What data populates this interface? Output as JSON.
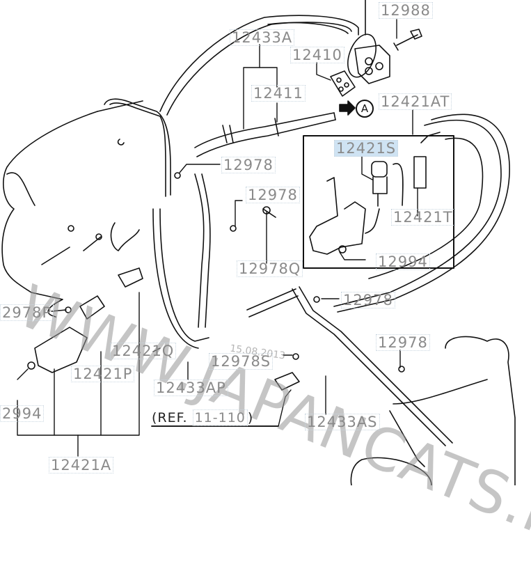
{
  "diagram": {
    "title": "Vacuum hose & solenoid valve parts diagram",
    "callout_marker": "A",
    "reference": {
      "prefix": "(REF.",
      "number": "11-110",
      "suffix": ")"
    },
    "watermark": "WWW.JAPANCATS.RU",
    "stamp": "15.08.2013",
    "highlighted_part": "12421S",
    "part_labels": [
      {
        "id": "12988",
        "text": "12988"
      },
      {
        "id": "12433A",
        "text": "12433A"
      },
      {
        "id": "12410",
        "text": "12410"
      },
      {
        "id": "12411",
        "text": "12411"
      },
      {
        "id": "12421AT",
        "text": "12421AT"
      },
      {
        "id": "12421S",
        "text": "12421S"
      },
      {
        "id": "12978-a",
        "text": "12978"
      },
      {
        "id": "12978-b",
        "text": "12978"
      },
      {
        "id": "12421T",
        "text": "12421T"
      },
      {
        "id": "12978Q",
        "text": "12978Q"
      },
      {
        "id": "12994-box",
        "text": "12994"
      },
      {
        "id": "12978-c",
        "text": "12978"
      },
      {
        "id": "12978P",
        "text": "2978P"
      },
      {
        "id": "12978-d",
        "text": "12978"
      },
      {
        "id": "12421Q",
        "text": "12421Q"
      },
      {
        "id": "12978S",
        "text": "12978S"
      },
      {
        "id": "12421P",
        "text": "12421P"
      },
      {
        "id": "12433AP",
        "text": "12433AP"
      },
      {
        "id": "12994-left",
        "text": "2994"
      },
      {
        "id": "12433AS",
        "text": "12433AS"
      },
      {
        "id": "12421A",
        "text": "12421A"
      }
    ]
  }
}
